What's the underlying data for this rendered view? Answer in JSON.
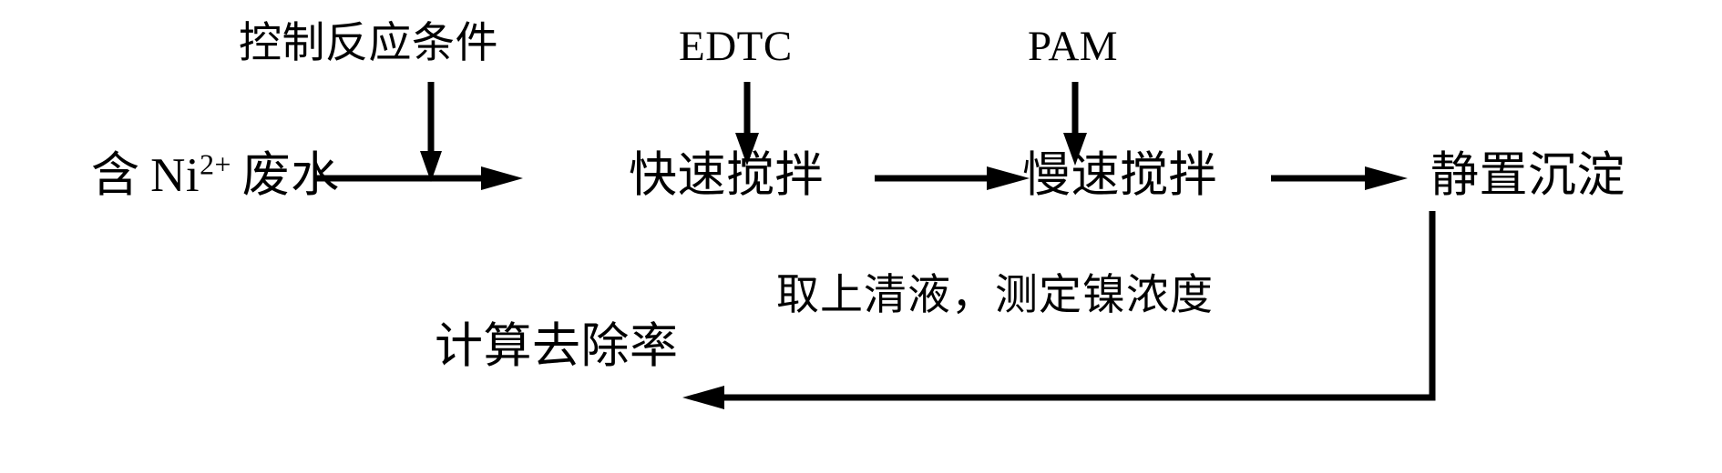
{
  "diagram": {
    "title": "含镍废水处理与去除率计算流程图",
    "type": "process-flowchart",
    "language": "zh-CN",
    "stroke_color": "#000000",
    "background_color": "#ffffff",
    "nodes": [
      {
        "id": "influent",
        "label_prefix": "含",
        "label_element": "Ni",
        "label_superscript": "2+",
        "label_suffix": "废水"
      },
      {
        "id": "rapid-mix",
        "label": "快速搅拌"
      },
      {
        "id": "slow-mix",
        "label": "慢速搅拌"
      },
      {
        "id": "settling",
        "label": "静置沉淀"
      },
      {
        "id": "removal",
        "label": "计算去除率"
      }
    ],
    "input_labels": [
      {
        "id": "conditions",
        "label": "控制反应条件"
      },
      {
        "id": "edtc",
        "label": "EDTC"
      },
      {
        "id": "pam",
        "label": "PAM"
      }
    ],
    "edge_labels": [
      {
        "id": "supernatant",
        "label": "取上清液，测定镍浓度"
      }
    ]
  }
}
